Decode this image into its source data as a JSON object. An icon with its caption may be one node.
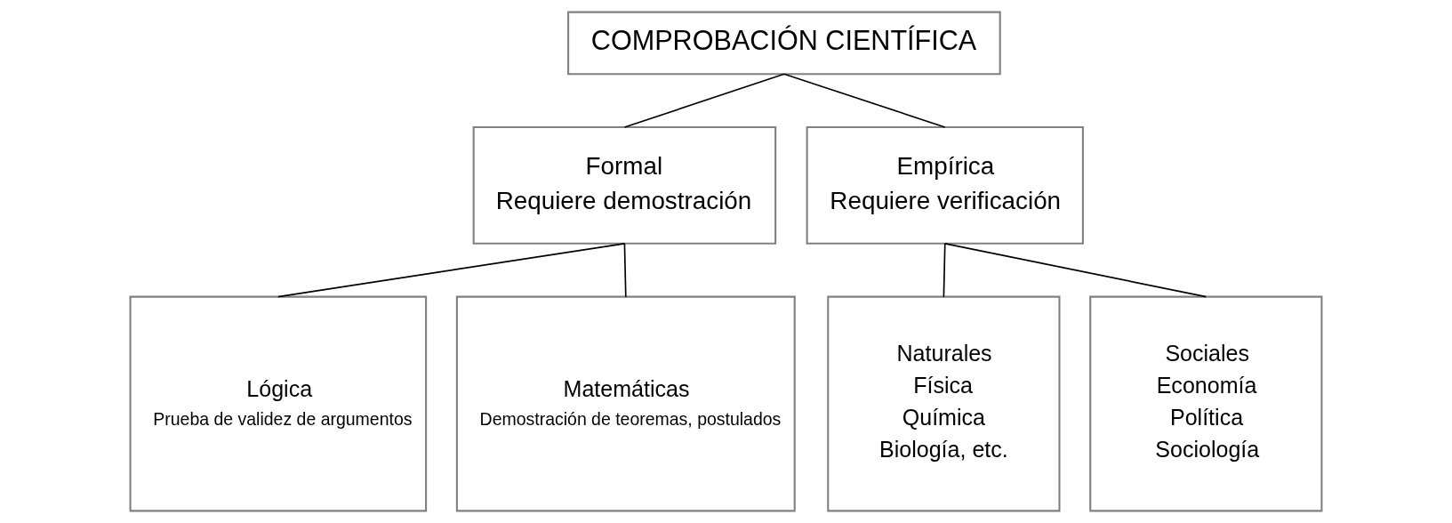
{
  "diagram": {
    "nodes": [
      {
        "text": [
          "COMPROBACIÓN CIENTÍFICA"
        ]
      },
      {
        "text": [
          "Formal",
          "Requiere demostración"
        ]
      },
      {
        "text": [
          "Empírica",
          "Requiere verificación"
        ]
      },
      {
        "text": [
          "Lógica",
          "Prueba de validez de argumentos"
        ]
      },
      {
        "text": [
          "Matemáticas",
          "Demostración de teoremas, postulados"
        ]
      },
      {
        "text": [
          "Naturales",
          "Física",
          "Química",
          "Biología, etc."
        ]
      },
      {
        "text": [
          "Sociales",
          "Economía",
          "Política",
          "Sociología"
        ]
      }
    ],
    "edges": [
      {
        "from": 0,
        "to": 1,
        "arrow": "none"
      },
      {
        "from": 0,
        "to": 2,
        "arrow": "none"
      },
      {
        "from": 1,
        "to": 3,
        "arrow": "none"
      },
      {
        "from": 1,
        "to": 4,
        "arrow": "none"
      },
      {
        "from": 2,
        "to": 5,
        "arrow": "none"
      },
      {
        "from": 2,
        "to": 6,
        "arrow": "none"
      }
    ]
  }
}
